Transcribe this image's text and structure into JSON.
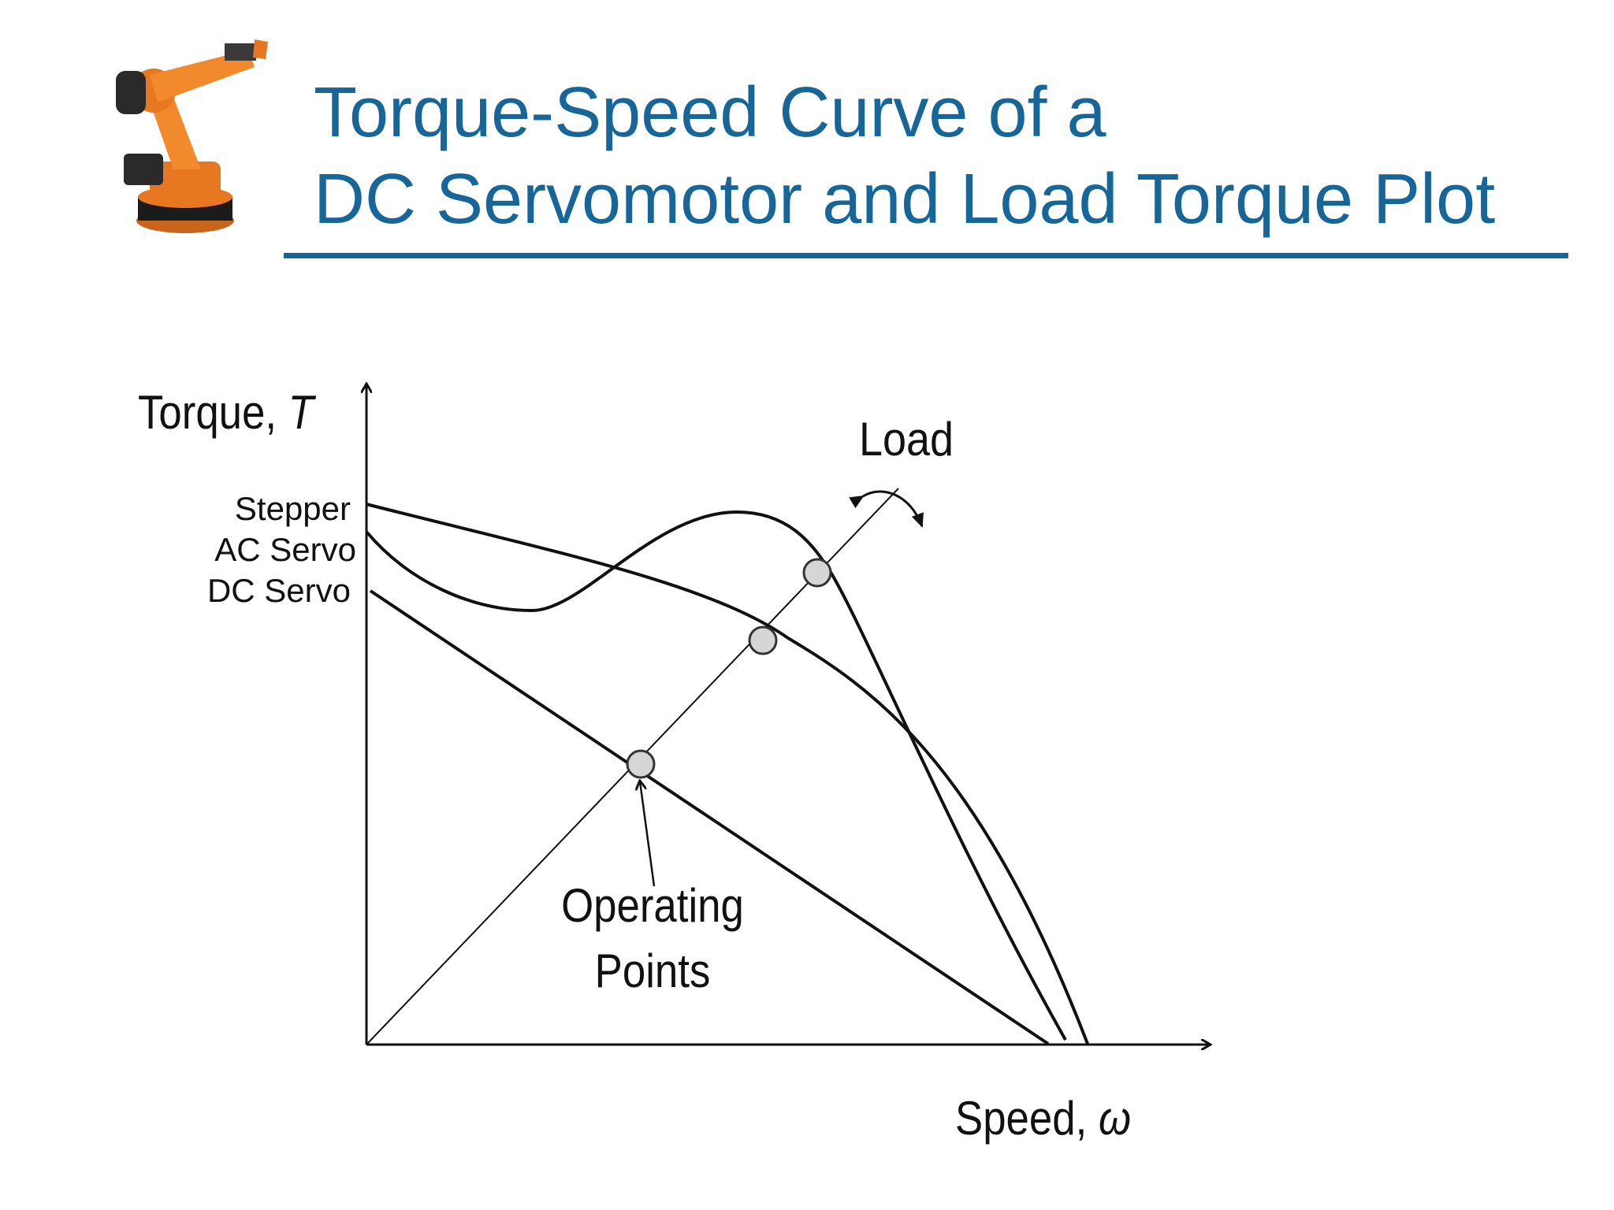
{
  "slide": {
    "title_line1": "Torque-Speed Curve of a",
    "title_line2": "DC Servomotor and Load Torque Plot",
    "title_color": "#17669a"
  },
  "logo": {
    "icon": "industrial-robot-arm-icon",
    "color": "#e87722"
  },
  "diagram": {
    "y_axis_label": "Torque, ",
    "y_axis_symbol": "T",
    "x_axis_label": "Speed, ",
    "x_axis_symbol": "ω",
    "curve_labels": {
      "stepper": "Stepper",
      "ac_servo": "AC Servo",
      "dc_servo": "DC Servo",
      "load": "Load"
    },
    "annotation_line1": "Operating",
    "annotation_line2": "Points"
  }
}
